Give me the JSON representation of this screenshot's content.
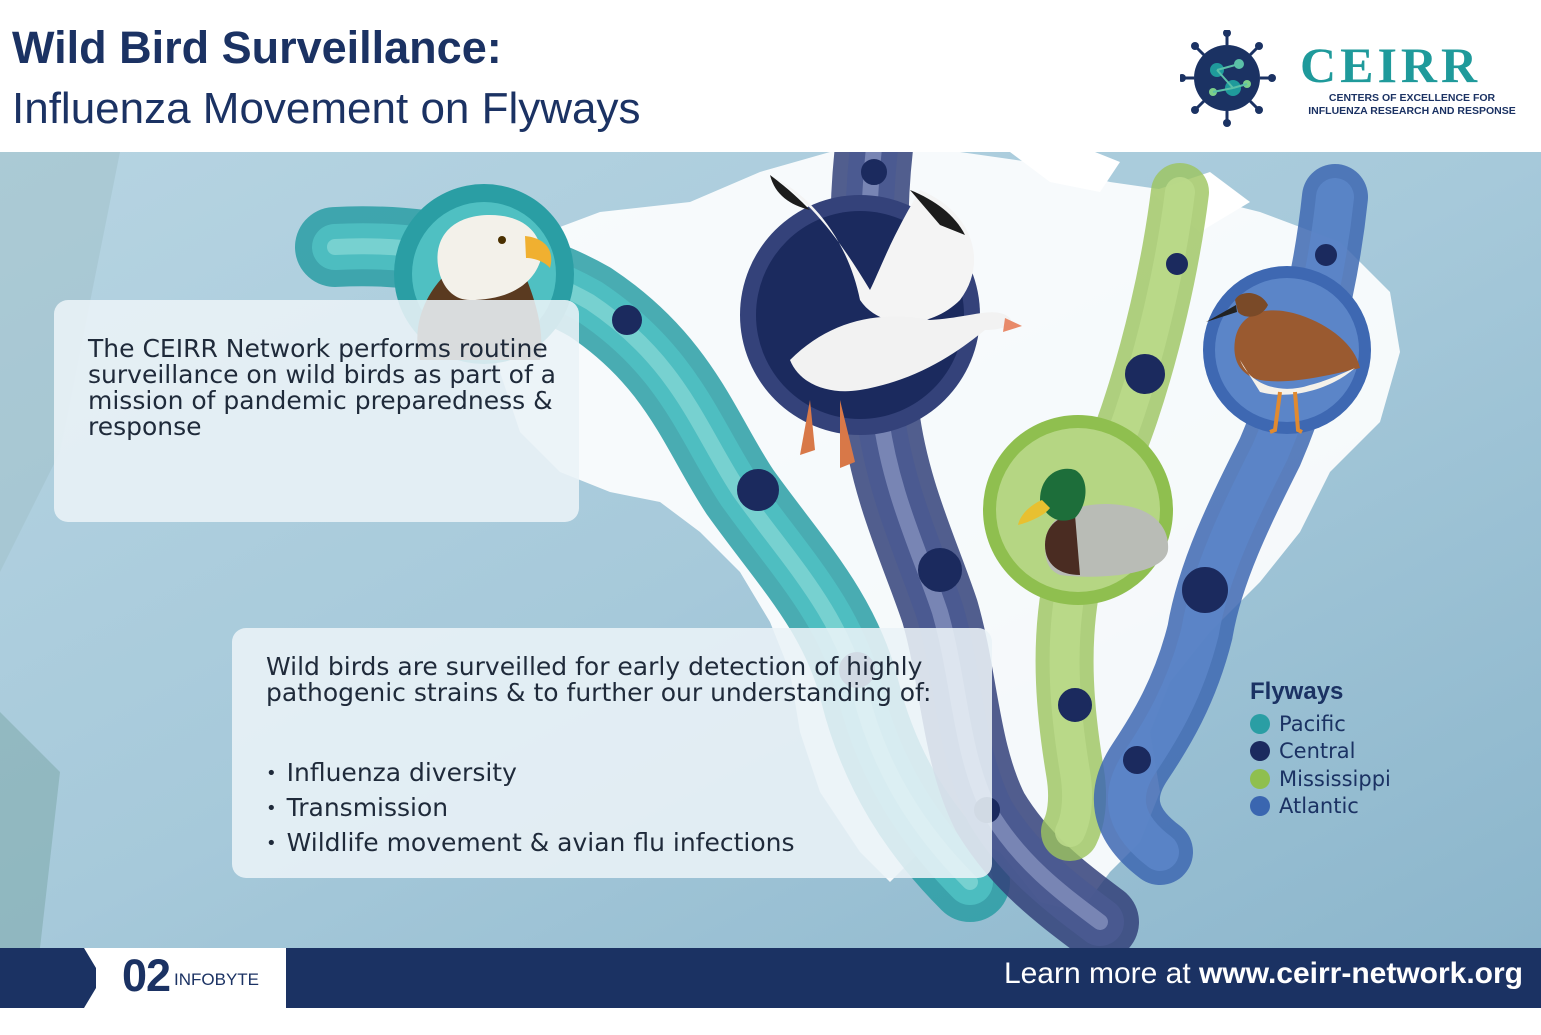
{
  "header": {
    "title_bold": "Wild Bird Surveillance:",
    "title_light": "Influenza Movement on Flyways"
  },
  "logo": {
    "wordmark": "CEIRR",
    "subtitle_line1": "CENTERS OF EXCELLENCE FOR",
    "subtitle_line2": "INFLUENZA RESEARCH AND RESPONSE"
  },
  "card1": {
    "text": "The CEIRR Network performs routine surveillance on wild birds as part of a mission of pandemic preparedness & response"
  },
  "card2": {
    "intro": "Wild birds are surveilled for early detection of highly pathogenic strains & to further our understanding of:",
    "bullets": [
      "Influenza diversity",
      "Transmission",
      "Wildlife movement & avian flu infections"
    ]
  },
  "legend": {
    "title": "Flyways",
    "items": [
      {
        "label": "Pacific",
        "color": "#2a9ea4"
      },
      {
        "label": "Central",
        "color": "#1b2a5e"
      },
      {
        "label": "Mississippi",
        "color": "#8fbf4f"
      },
      {
        "label": "Atlantic",
        "color": "#3a66b0"
      }
    ]
  },
  "colors": {
    "brand_navy": "#1b3263",
    "brand_teal": "#1f9a9b",
    "ocean": "#9fc4d6",
    "pacific": "#2a9ea4",
    "central": "#34427a",
    "mississippi": "#9cc45e",
    "atlantic": "#3e68b2"
  },
  "birds": {
    "pacific": "bald-eagle",
    "central": "snow-goose",
    "mississippi": "mallard-duck",
    "atlantic": "ruddy-turnstone"
  },
  "footer": {
    "number": "02",
    "label": "INFOBYTE",
    "learn_prefix": "Learn more at ",
    "learn_url": "www.ceirr-network.org"
  }
}
